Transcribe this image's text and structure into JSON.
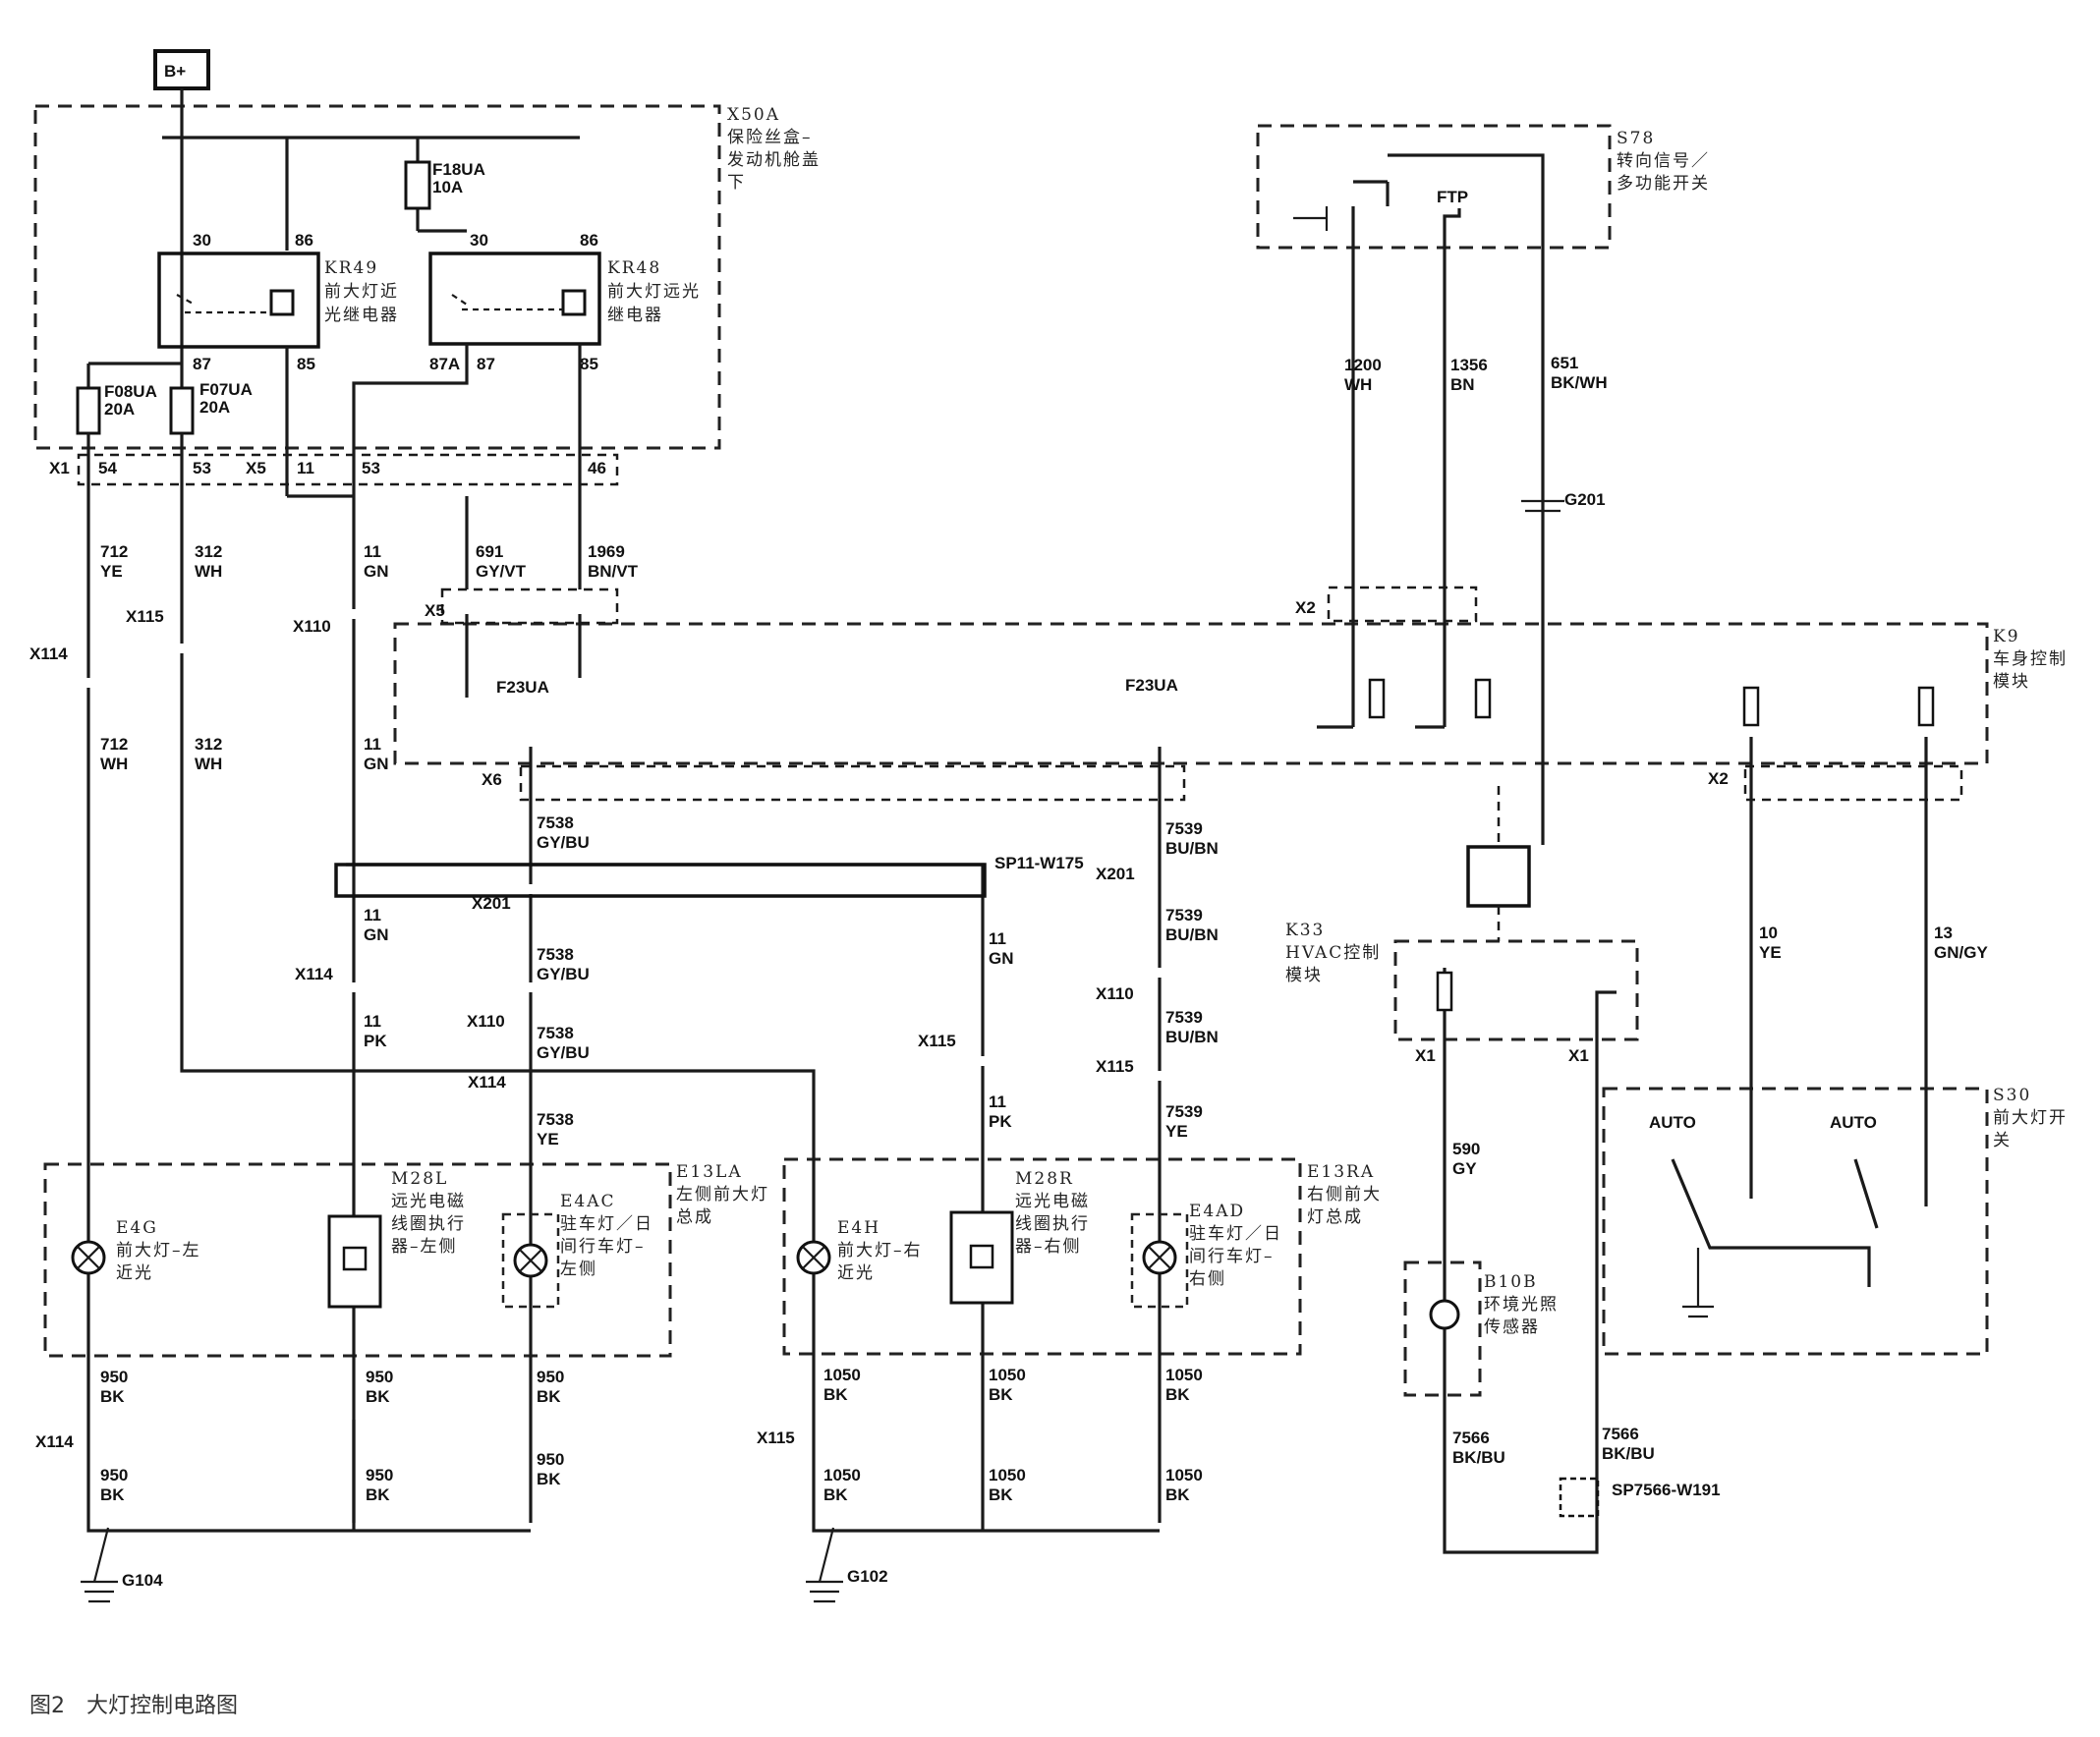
{
  "figure": {
    "number": "图2",
    "title": "大灯控制电路图"
  },
  "power": {
    "label": "B+"
  },
  "modules": {
    "x50a": {
      "id": "X50A",
      "name": "保险丝盒–发动机舱盖下"
    },
    "s78": {
      "id": "S78",
      "name": "转向信号／多功能开关"
    },
    "k9": {
      "id": "K9",
      "name": "车身控制模块"
    },
    "k33": {
      "id": "K33",
      "name": "HVAC控制模块"
    },
    "s30": {
      "id": "S30",
      "name": "前大灯开关"
    },
    "e13la": {
      "id": "E13LA",
      "name": "左侧前大灯总成"
    },
    "e13ra": {
      "id": "E13RA",
      "name": "右侧前大灯总成"
    }
  },
  "relays": {
    "kr49": {
      "id": "KR49",
      "name": "前大灯近光继电器",
      "pins": [
        "30",
        "86",
        "87",
        "85"
      ]
    },
    "kr48": {
      "id": "KR48",
      "name": "前大灯远光继电器",
      "pins": [
        "30",
        "86",
        "87A",
        "87",
        "85"
      ]
    }
  },
  "fuses": {
    "f18ua": {
      "id": "F18UA",
      "rating": "10A"
    },
    "f08ua": {
      "id": "F08UA",
      "rating": "20A"
    },
    "f07ua": {
      "id": "F07UA",
      "rating": "20A"
    },
    "f23ua": {
      "id": "F23UA"
    }
  },
  "components": {
    "e4g": {
      "id": "E4G",
      "name": "前大灯–左近光"
    },
    "m28l": {
      "id": "M28L",
      "name": "远光电磁线圈执行器–左侧"
    },
    "e4ac": {
      "id": "E4AC",
      "name": "驻车灯／日间行车灯–左侧"
    },
    "e4h": {
      "id": "E4H",
      "name": "前大灯–右近光"
    },
    "m28r": {
      "id": "M28R",
      "name": "远光电磁线圈执行器–右侧"
    },
    "e4ad": {
      "id": "E4AD",
      "name": "驻车灯／日间行车灯–右侧"
    },
    "b10b": {
      "id": "B10B",
      "name": "环境光照传感器"
    }
  },
  "connectors": {
    "x1": "X1",
    "x5": "X5",
    "x2": "X2",
    "x6": "X6",
    "x110": "X110",
    "x114": "X114",
    "x115": "X115",
    "x201": "X201"
  },
  "splices": {
    "sp11": "SP11-W175",
    "sp7566": "SP7566-W191"
  },
  "grounds": {
    "g201": "G201",
    "g104": "G104",
    "g102": "G102"
  },
  "switch": {
    "ftp": "FTP",
    "auto1": "AUTO",
    "auto2": "AUTO"
  },
  "wires": {
    "w712ye": {
      "circuit": "712",
      "color": "YE"
    },
    "w312wh": {
      "circuit": "312",
      "color": "WH"
    },
    "w11gn": {
      "circuit": "11",
      "color": "GN"
    },
    "w691": {
      "circuit": "691",
      "color": "GY/VT"
    },
    "w1969": {
      "circuit": "1969",
      "color": "BN/VT"
    },
    "w712wh": {
      "circuit": "712",
      "color": "WH"
    },
    "w7538": {
      "circuit": "7538",
      "color": "GY/BU"
    },
    "w11pk": {
      "circuit": "11",
      "color": "PK"
    },
    "w7538ye": {
      "circuit": "7538",
      "color": "YE"
    },
    "w7539": {
      "circuit": "7539",
      "color": "BU/BN"
    },
    "w7539ye": {
      "circuit": "7539",
      "color": "YE"
    },
    "w950": {
      "circuit": "950",
      "color": "BK"
    },
    "w1050": {
      "circuit": "1050",
      "color": "BK"
    },
    "w1200": {
      "circuit": "1200",
      "color": "WH"
    },
    "w1356": {
      "circuit": "1356",
      "color": "BN"
    },
    "w651": {
      "circuit": "651",
      "color": "BK/WH"
    },
    "w590": {
      "circuit": "590",
      "color": "GY"
    },
    "w7566": {
      "circuit": "7566",
      "color": "BK/BU"
    },
    "w10": {
      "circuit": "10",
      "color": "YE"
    },
    "w13": {
      "circuit": "13",
      "color": "GN/GY"
    }
  }
}
